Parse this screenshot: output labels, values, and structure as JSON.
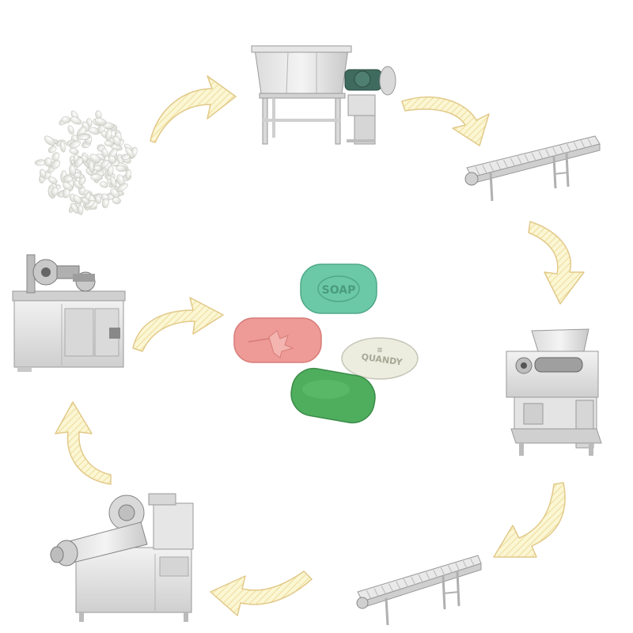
{
  "diagram": {
    "description_free": true,
    "stages": [
      {
        "id": "soap-noodles",
        "icon": "soap-noodles-pile"
      },
      {
        "id": "mixer",
        "icon": "mixer-machine"
      },
      {
        "id": "conveyor-1",
        "icon": "belt-conveyor"
      },
      {
        "id": "roller-mill",
        "icon": "three-roller-mill"
      },
      {
        "id": "conveyor-2",
        "icon": "belt-conveyor"
      },
      {
        "id": "plodder",
        "icon": "vacuum-plodder"
      },
      {
        "id": "stamping",
        "icon": "stamping-machine"
      }
    ],
    "product": {
      "soaps": [
        {
          "color": "#6cc9a8",
          "label": "SOAP"
        },
        {
          "color": "#ee9a96",
          "label": ""
        },
        {
          "color": "#ececdf",
          "label": "QUANDY"
        },
        {
          "color": "#4fae5e",
          "label": ""
        }
      ]
    },
    "arrow_color": "#f7f0bf",
    "arrow_stroke": "#e2c989"
  }
}
